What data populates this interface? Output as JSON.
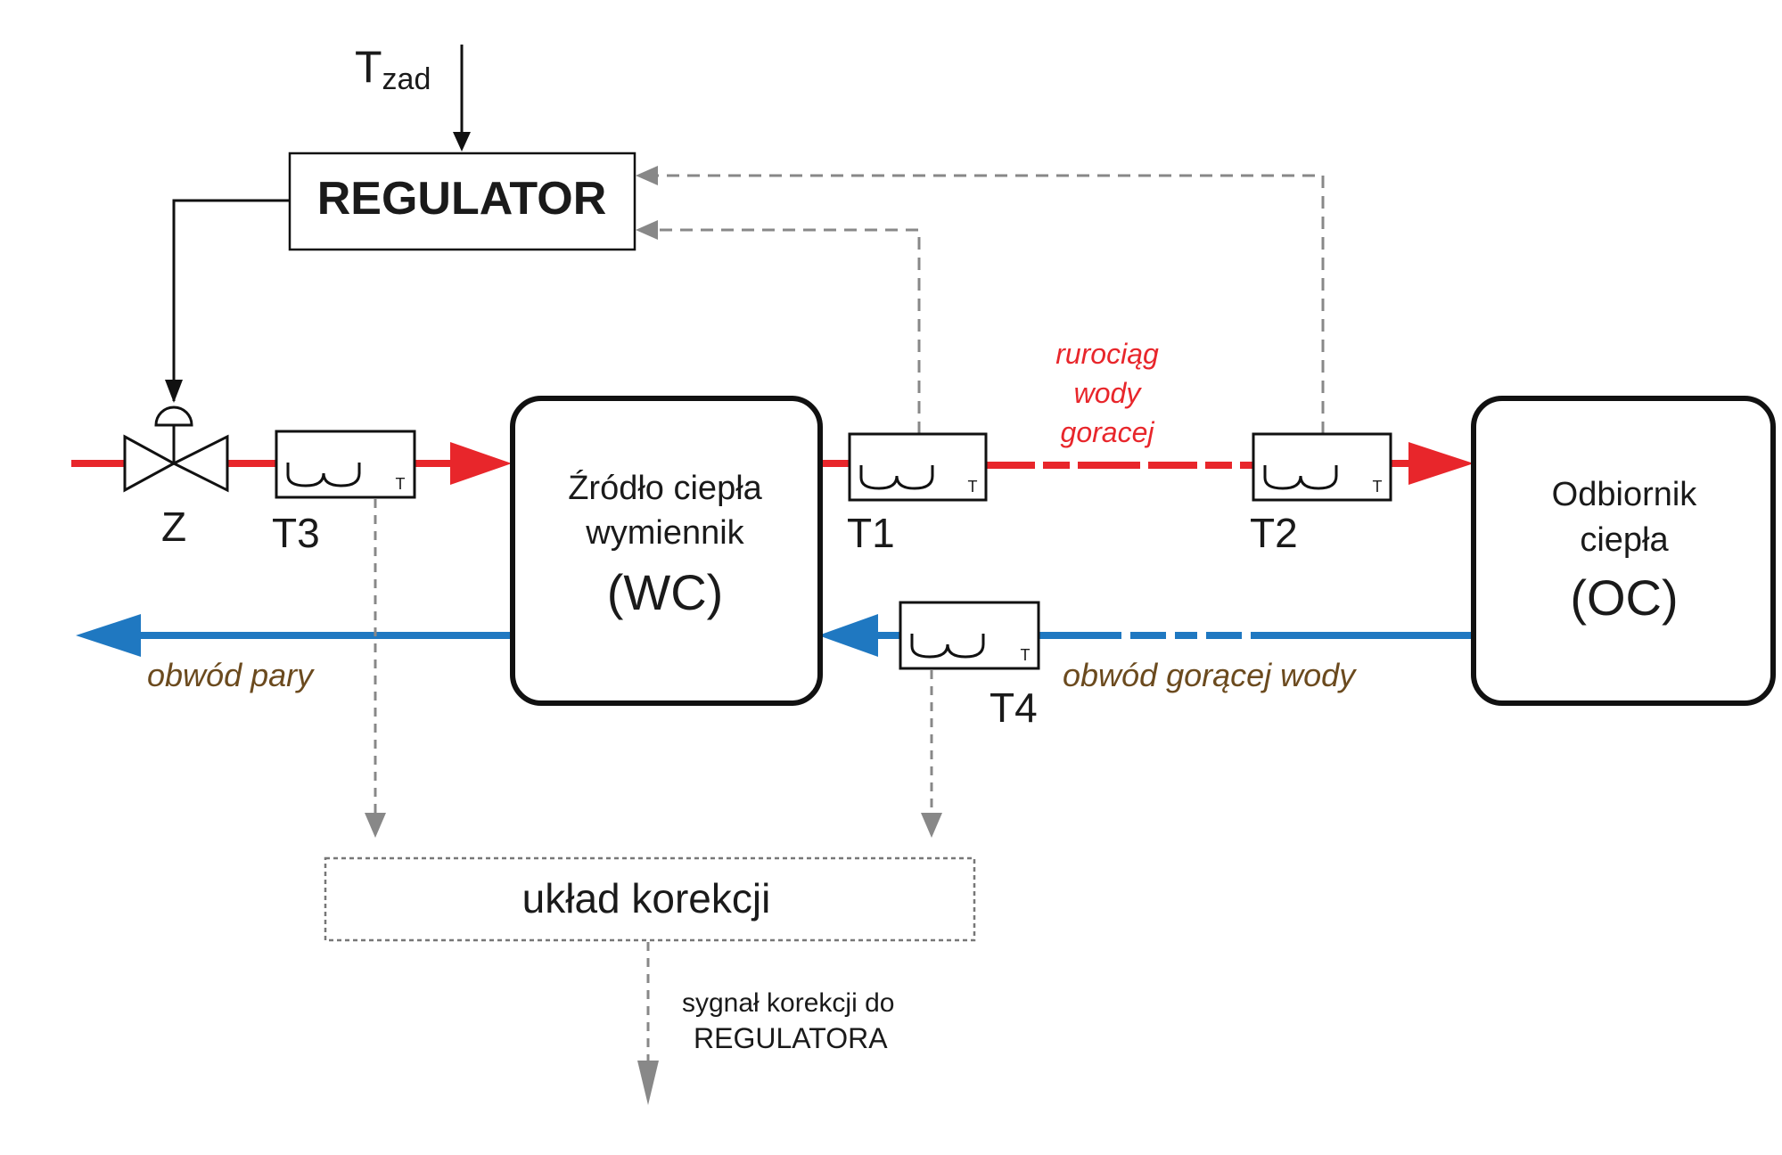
{
  "setpoint": {
    "base": "T",
    "sub": "zad"
  },
  "regulator": {
    "label": "REGULATOR"
  },
  "valve": {
    "label": "Z"
  },
  "sensors": {
    "t1": {
      "label": "T1",
      "tag": "T"
    },
    "t2": {
      "label": "T2",
      "tag": "T"
    },
    "t3": {
      "label": "T3",
      "tag": "T"
    },
    "t4": {
      "label": "T4",
      "tag": "T"
    }
  },
  "heat_source": {
    "line1": "Źródło ciepła",
    "line2": "wymiennik",
    "line3": "(WC)"
  },
  "heat_receiver": {
    "line1": "Odbiornik",
    "line2": "ciepła",
    "line3": "(OC)"
  },
  "pipeline": {
    "line1": "rurociąg",
    "line2": "wody",
    "line3": "goracej"
  },
  "steam_circuit": {
    "label": "obwód pary"
  },
  "hot_water_circuit": {
    "label": "obwód gorącej wody"
  },
  "correction": {
    "label": "układ korekcji"
  },
  "correction_signal": {
    "line1": "sygnał korekcji do",
    "line2": "REGULATORA"
  },
  "colors": {
    "supply": "#e8262b",
    "return": "#1f78c1",
    "pipeline_text": "#e8262b",
    "signal": "#888888",
    "italic_text": "#6b4a1e"
  }
}
